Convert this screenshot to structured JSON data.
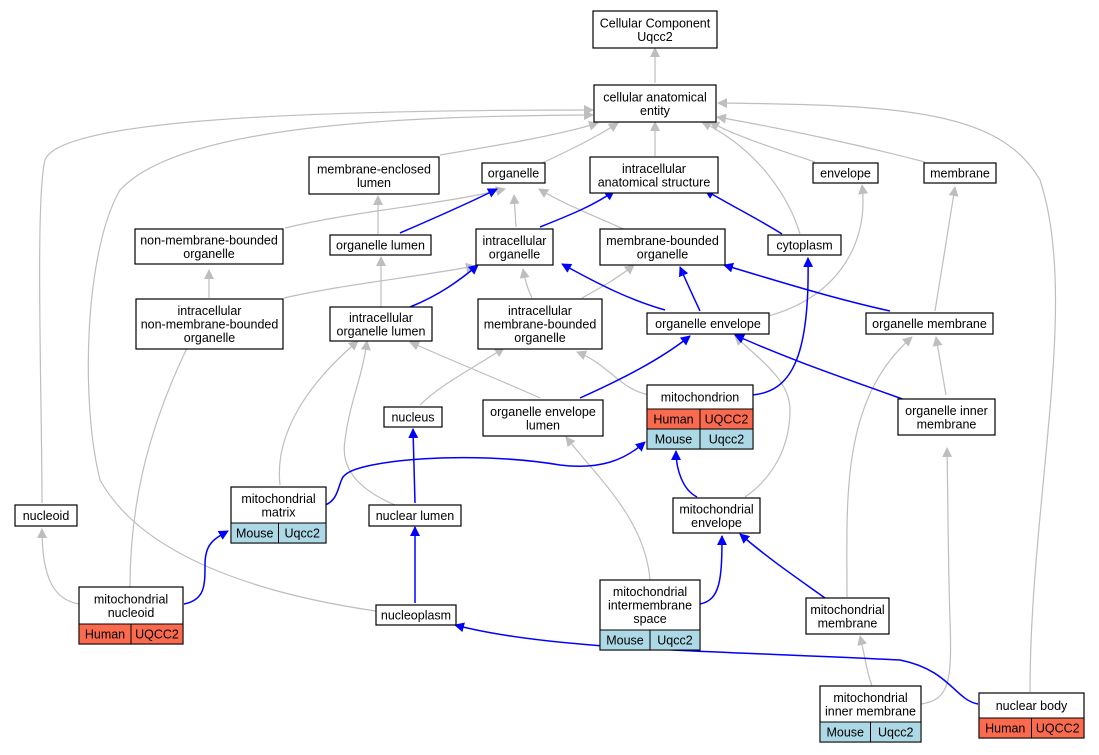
{
  "colors": {
    "human_cell": "#fa6a4f",
    "mouse_cell": "#add8e6",
    "edge_is_a": "#bebebe",
    "edge_part_of": "#0000ff",
    "node_border": "#000000"
  },
  "nodes": {
    "root": {
      "lines": [
        "Cellular Component",
        "Uqcc2"
      ]
    },
    "cae": {
      "lines": [
        "cellular anatomical",
        "entity"
      ]
    },
    "mel": {
      "lines": [
        "membrane-enclosed",
        "lumen"
      ]
    },
    "org": {
      "lines": [
        "organelle"
      ]
    },
    "ias": {
      "lines": [
        "intracellular",
        "anatomical structure"
      ]
    },
    "env": {
      "lines": [
        "envelope"
      ]
    },
    "mem": {
      "lines": [
        "membrane"
      ]
    },
    "nmbo": {
      "lines": [
        "non-membrane-bounded",
        "organelle"
      ]
    },
    "orgl": {
      "lines": [
        "organelle lumen"
      ]
    },
    "io": {
      "lines": [
        "intracellular",
        "organelle"
      ]
    },
    "mbo": {
      "lines": [
        "membrane-bounded",
        "organelle"
      ]
    },
    "cyto": {
      "lines": [
        "cytoplasm"
      ]
    },
    "inmbo": {
      "lines": [
        "intracellular",
        "non-membrane-bounded",
        "organelle"
      ]
    },
    "iol": {
      "lines": [
        "intracellular",
        "organelle lumen"
      ]
    },
    "imbo": {
      "lines": [
        "intracellular",
        "membrane-bounded",
        "organelle"
      ]
    },
    "oe": {
      "lines": [
        "organelle envelope"
      ]
    },
    "om": {
      "lines": [
        "organelle membrane"
      ]
    },
    "mito": {
      "lines": [
        "mitochondrion"
      ],
      "rows": [
        [
          "Human",
          "UQCC2"
        ],
        [
          "Mouse",
          "Uqcc2"
        ]
      ]
    },
    "nucleus": {
      "lines": [
        "nucleus"
      ]
    },
    "oel": {
      "lines": [
        "organelle envelope",
        "lumen"
      ]
    },
    "oim": {
      "lines": [
        "organelle inner",
        "membrane"
      ]
    },
    "nucleoid": {
      "lines": [
        "nucleoid"
      ]
    },
    "mmx": {
      "lines": [
        "mitochondrial",
        "matrix"
      ],
      "rows": [
        [
          "Mouse",
          "Uqcc2"
        ]
      ]
    },
    "nl": {
      "lines": [
        "nuclear lumen"
      ]
    },
    "menv": {
      "lines": [
        "mitochondrial",
        "envelope"
      ]
    },
    "mnuc": {
      "lines": [
        "mitochondrial",
        "nucleoid"
      ],
      "rows": [
        [
          "Human",
          "UQCC2"
        ]
      ]
    },
    "np": {
      "lines": [
        "nucleoplasm"
      ]
    },
    "mims": {
      "lines": [
        "mitochondrial",
        "intermembrane",
        "space"
      ],
      "rows": [
        [
          "Mouse",
          "Uqcc2"
        ]
      ]
    },
    "mmem": {
      "lines": [
        "mitochondrial",
        "membrane"
      ]
    },
    "mim": {
      "lines": [
        "mitochondrial",
        "inner membrane"
      ],
      "rows": [
        [
          "Mouse",
          "Uqcc2"
        ]
      ]
    },
    "nb": {
      "lines": [
        "nuclear body"
      ],
      "rows": [
        [
          "Human",
          "UQCC2"
        ]
      ]
    }
  }
}
